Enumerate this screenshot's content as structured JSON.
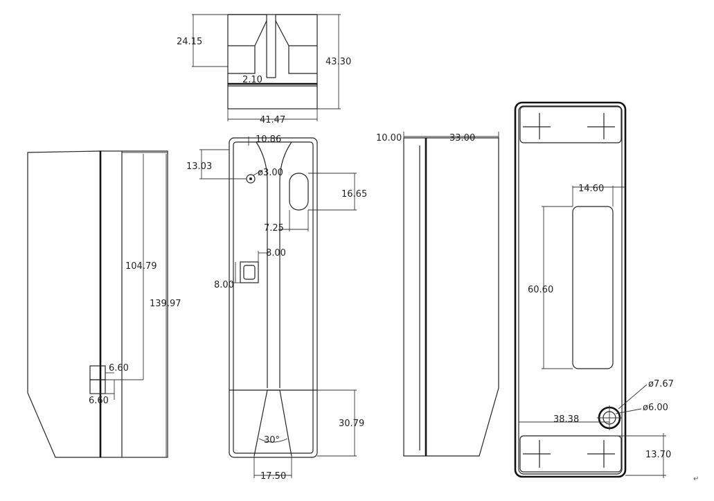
{
  "top_view": {
    "width": "41.47",
    "height": "43.30",
    "lip": "24.15",
    "gap": "2.10"
  },
  "front_view": {
    "top_offset": "10.86",
    "hole_height": "13.03",
    "hole_diameter": "ø3.00",
    "slot_length": "16.65",
    "slot_offset": "7.25",
    "lock_size_w": "8.00",
    "lock_size_h": "8.00",
    "wedge_height": "30.79",
    "wedge_angle": "30°",
    "base_width": "17.50"
  },
  "left_view": {
    "height_upper": "104.79",
    "height_total": "139.97",
    "notch_w": "6.60",
    "notch_h": "6.60"
  },
  "side_view": {
    "wall": "10.00",
    "depth": "33.00"
  },
  "back_view": {
    "window_width": "14.60",
    "window_height": "60.60",
    "outer_diameter": "ø7.67",
    "inner_diameter": "ø6.00",
    "hole_offset_x": "38.38",
    "hole_offset_y": "13.70"
  },
  "page_mark": "↵"
}
